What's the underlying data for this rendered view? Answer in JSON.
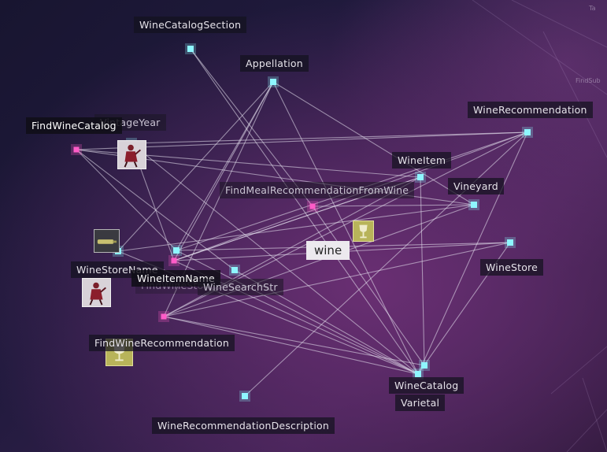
{
  "query": "wine",
  "accent_colors": {
    "node_cyan": "#8ef6ff",
    "node_pink": "#ff5cc8",
    "edge": "#e8e4f0"
  },
  "nodes": [
    {
      "id": "wine_catalog_section",
      "label": "WineCatalogSection",
      "type": "cyan"
    },
    {
      "id": "appellation",
      "label": "Appellation",
      "type": "cyan"
    },
    {
      "id": "wine_recommendation",
      "label": "WineRecommendation",
      "type": "cyan"
    },
    {
      "id": "find_wine_catalog",
      "label": "FindWineCatalog",
      "type": "pink"
    },
    {
      "id": "vintage_year",
      "label": "VintageYear",
      "type": "cyan"
    },
    {
      "id": "wine_item",
      "label": "WineItem",
      "type": "cyan"
    },
    {
      "id": "find_meal_recommendation",
      "label": "FindMealRecommendationFromWine",
      "type": "pink"
    },
    {
      "id": "vineyard",
      "label": "Vineyard",
      "type": "cyan"
    },
    {
      "id": "wine_store",
      "label": "WineStore",
      "type": "cyan"
    },
    {
      "id": "wine_store_name",
      "label": "WineStoreName",
      "type": "cyan"
    },
    {
      "id": "wine_item_name",
      "label": "WineItemName",
      "type": "cyan"
    },
    {
      "id": "find_wine_store",
      "label": "FindWineStore",
      "type": "pink"
    },
    {
      "id": "wine_search_str",
      "label": "WineSearchStr",
      "type": "cyan"
    },
    {
      "id": "find_wine_recommendation",
      "label": "FindWineRecommendation",
      "type": "pink"
    },
    {
      "id": "wine_catalog",
      "label": "WineCatalog",
      "type": "cyan"
    },
    {
      "id": "varietal",
      "label": "Varietal",
      "type": "cyan"
    },
    {
      "id": "wine_recommendation_description",
      "label": "WineRecommendationDescription",
      "type": "cyan"
    }
  ],
  "edges": [
    [
      "wine_catalog_section",
      "wine_catalog"
    ],
    [
      "wine_catalog_section",
      "find_meal_recommendation"
    ],
    [
      "appellation",
      "find_wine_store"
    ],
    [
      "appellation",
      "wine_store_name"
    ],
    [
      "appellation",
      "wine_catalog"
    ],
    [
      "appellation",
      "vineyard"
    ],
    [
      "appellation",
      "find_wine_recommendation"
    ],
    [
      "wine_recommendation",
      "find_wine_catalog"
    ],
    [
      "wine_recommendation",
      "wine_item_name"
    ],
    [
      "wine_recommendation",
      "find_wine_store"
    ],
    [
      "wine_recommendation",
      "wine_catalog"
    ],
    [
      "wine_recommendation",
      "wine_recommendation_description"
    ],
    [
      "find_wine_catalog",
      "wine_item"
    ],
    [
      "find_wine_catalog",
      "wine_item_name"
    ],
    [
      "find_wine_catalog",
      "wine_search_str"
    ],
    [
      "find_wine_catalog",
      "vineyard"
    ],
    [
      "vintage_year",
      "find_wine_store"
    ],
    [
      "vintage_year",
      "wine_catalog"
    ],
    [
      "vintage_year",
      "wine_recommendation"
    ],
    [
      "wine_item",
      "find_wine_store"
    ],
    [
      "wine_item",
      "varietal"
    ],
    [
      "wine_item",
      "find_wine_recommendation"
    ],
    [
      "vineyard",
      "wine_store_name"
    ],
    [
      "vineyard",
      "find_wine_recommendation"
    ],
    [
      "wine_store",
      "find_wine_store"
    ],
    [
      "wine_store",
      "wine_item_name"
    ],
    [
      "wine_store",
      "find_wine_recommendation"
    ],
    [
      "wine_store",
      "wine_catalog"
    ],
    [
      "find_wine_store",
      "wine_catalog"
    ],
    [
      "find_wine_store",
      "wine_item"
    ],
    [
      "wine_item_name",
      "wine_catalog"
    ],
    [
      "wine_item_name",
      "appellation"
    ],
    [
      "find_wine_recommendation",
      "wine_catalog"
    ],
    [
      "find_wine_recommendation",
      "varietal"
    ],
    [
      "find_wine_recommendation",
      "wine_recommendation"
    ],
    [
      "wine_search_str",
      "wine_catalog"
    ],
    [
      "wine_store_name",
      "wine_catalog"
    ],
    [
      "find_meal_recommendation",
      "varietal"
    ],
    [
      "find_meal_recommendation",
      "vineyard"
    ]
  ],
  "corner_text": {
    "top_right": "Ta",
    "right_edge": "FindSub"
  }
}
